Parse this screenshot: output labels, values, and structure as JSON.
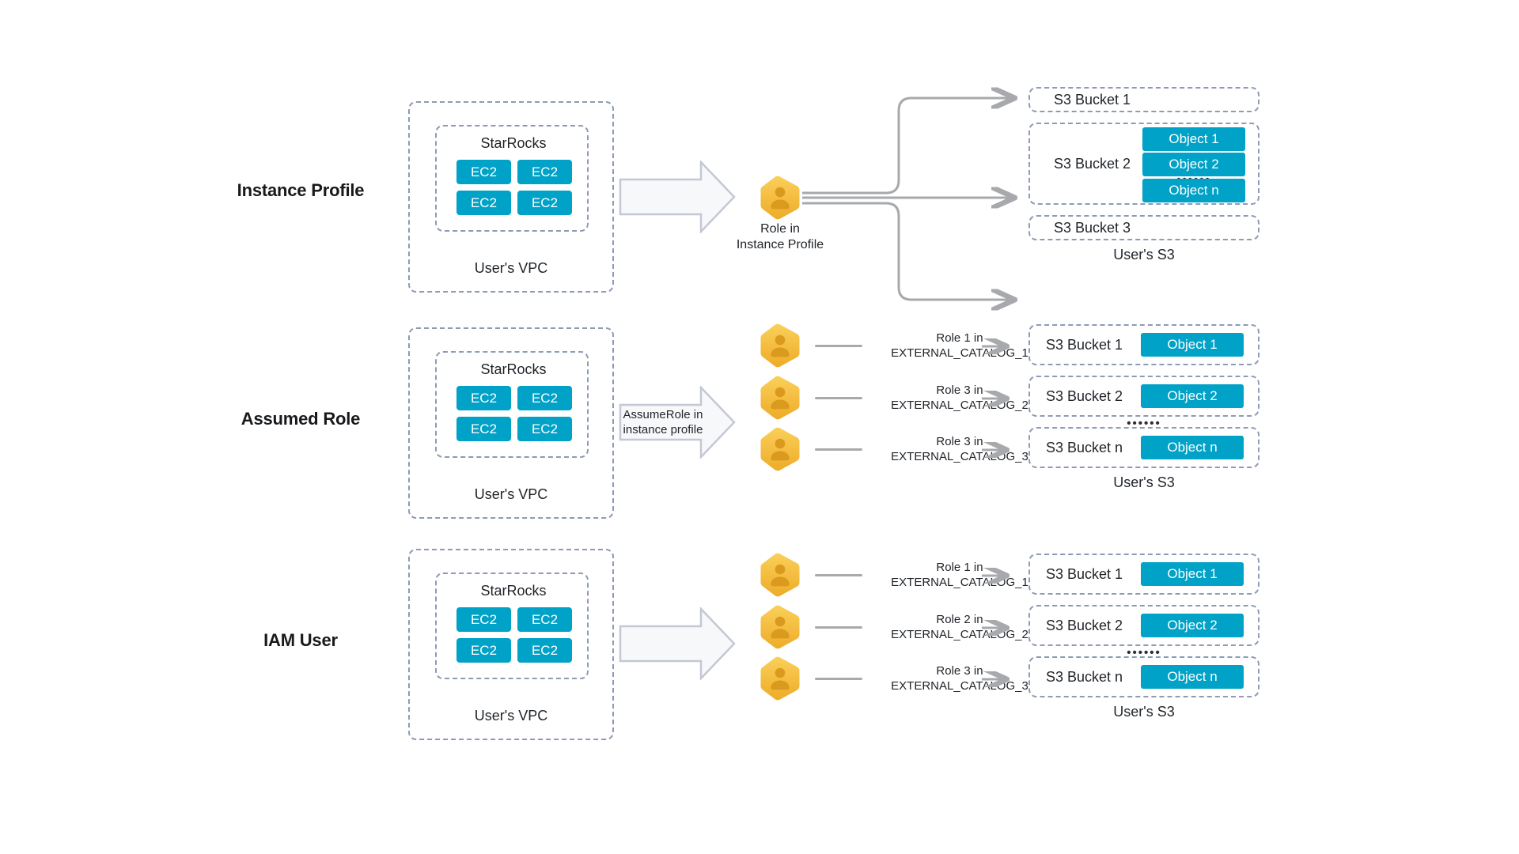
{
  "diagram": {
    "title": "StarRocks AWS credential methods",
    "colors": {
      "object_teal": "#00a2c7",
      "ec2_teal": "#00a2c7",
      "hex_gold": "#f5c242",
      "dashed_border": "#8d9bb5",
      "connector_gray": "#a7a9ac",
      "arrow_fill": "#f7f8fa",
      "arrow_stroke": "#c3c8d4",
      "text": "#1f2328"
    }
  },
  "rows": [
    {
      "label": "Instance Profile",
      "vpc": {
        "caption": "User's VPC",
        "starrocks_title": "StarRocks",
        "ec2": [
          "EC2",
          "EC2",
          "EC2",
          "EC2"
        ]
      },
      "block_arrow": {
        "text": ""
      },
      "role": {
        "icon": "role-hexagon-icon",
        "caption_line1": "Role in",
        "caption_line2": "Instance Profile"
      },
      "s3": {
        "caption": "User's S3",
        "buckets": [
          {
            "name": "S3 Bucket 1",
            "objects": [],
            "ellipsis": false
          },
          {
            "name": "S3 Bucket 2",
            "objects": [
              "Object 1",
              "Object 2",
              "Object n"
            ],
            "ellipsis": true
          },
          {
            "name": "S3 Bucket 3",
            "objects": [],
            "ellipsis": false
          }
        ]
      }
    },
    {
      "label": "Assumed Role",
      "vpc": {
        "caption": "User's VPC",
        "starrocks_title": "StarRocks",
        "ec2": [
          "EC2",
          "EC2",
          "EC2",
          "EC2"
        ]
      },
      "block_arrow": {
        "text": "AssumeRole in instance profile"
      },
      "roles": [
        {
          "icon": "role-hexagon-icon",
          "line1": "Role 1 in",
          "line2": "EXTERNAL_CATALOG_1"
        },
        {
          "icon": "role-hexagon-icon",
          "line1": "Role 3 in",
          "line2": "EXTERNAL_CATALOG_2"
        },
        {
          "icon": "role-hexagon-icon",
          "line1": "Role 3 in",
          "line2": "EXTERNAL_CATALOG_3"
        }
      ],
      "s3": {
        "caption": "User's S3",
        "buckets": [
          {
            "name": "S3 Bucket 1",
            "object": "Object 1"
          },
          {
            "name": "S3 Bucket 2",
            "object": "Object 2"
          },
          {
            "name": "S3 Bucket n",
            "object": "Object n"
          }
        ],
        "ellipsis": true
      }
    },
    {
      "label": "IAM User",
      "vpc": {
        "caption": "User's VPC",
        "starrocks_title": "StarRocks",
        "ec2": [
          "EC2",
          "EC2",
          "EC2",
          "EC2"
        ]
      },
      "block_arrow": {
        "text": ""
      },
      "roles": [
        {
          "icon": "role-hexagon-icon",
          "line1": "Role 1 in",
          "line2": "EXTERNAL_CATALOG_1"
        },
        {
          "icon": "role-hexagon-icon",
          "line1": "Role 2 in",
          "line2": "EXTERNAL_CATALOG_2"
        },
        {
          "icon": "role-hexagon-icon",
          "line1": "Role 3 in",
          "line2": "EXTERNAL_CATALOG_3"
        }
      ],
      "s3": {
        "caption": "User's S3",
        "buckets": [
          {
            "name": "S3 Bucket 1",
            "object": "Object 1"
          },
          {
            "name": "S3 Bucket 2",
            "object": "Object 2"
          },
          {
            "name": "S3 Bucket n",
            "object": "Object n"
          }
        ],
        "ellipsis": true
      }
    }
  ],
  "ellipsis_glyph": "••••••"
}
